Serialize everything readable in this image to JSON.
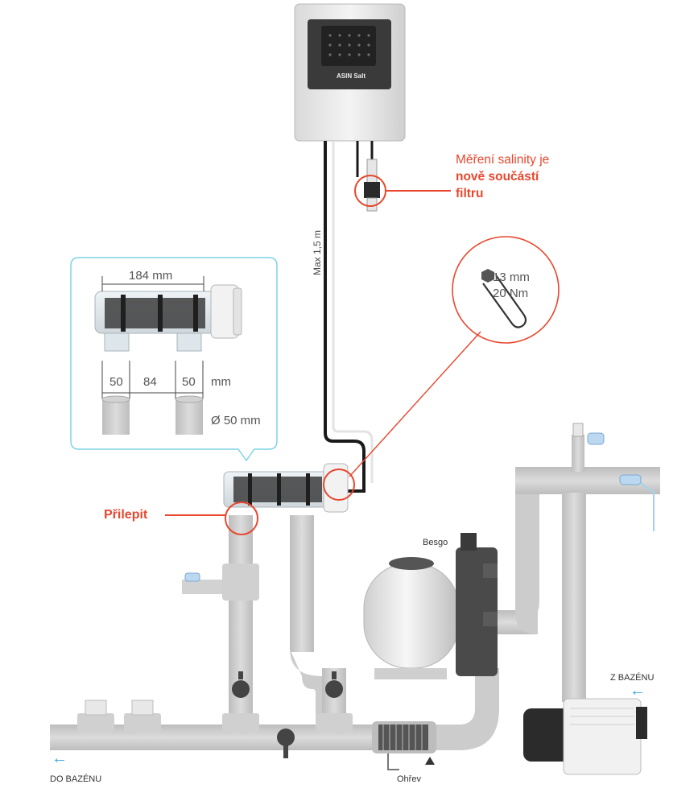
{
  "device": {
    "brand": "ASIN Salt"
  },
  "annotations": {
    "salinity_line1": "Měření salinity je",
    "salinity_line2": "nově součástí",
    "salinity_line3": "filtru",
    "glue": "Přilepit",
    "cable_length": "Max 1,5 m",
    "wrench_size": "13 mm",
    "torque": "20 Nm"
  },
  "dimensions": {
    "length": "184 mm",
    "gap_left": "50",
    "gap_middle": "84",
    "gap_right": "50",
    "unit": "mm",
    "pipe_diameter": "Ø 50 mm"
  },
  "labels": {
    "filter": "Besgo",
    "heater": "Ohřev",
    "to_pool": "DO BAZÉNU",
    "from_pool": "Z BAZÉNU"
  },
  "icons": {
    "arrow_to_pool": "arrow-left-icon",
    "arrow_from_pool": "arrow-left-icon"
  },
  "colors": {
    "accent": "#e8472e",
    "inset_border": "#7fd3e6",
    "flow_arrow": "#2ea8e0",
    "pipe": "#c8c8c8"
  }
}
